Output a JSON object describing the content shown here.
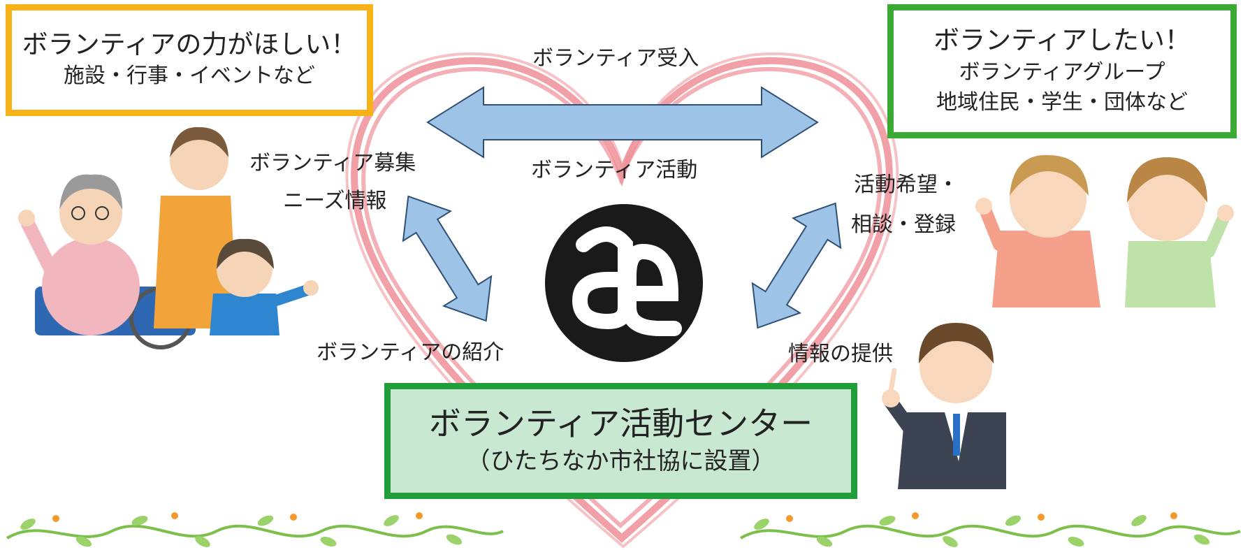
{
  "colors": {
    "orange_border": "#f6b217",
    "green_border": "#3aaa35",
    "center_border": "#1f9e3a",
    "center_fill": "#c9e8d1",
    "heart": "#ef8f98",
    "arrow_fill": "#9dc3e6",
    "arrow_stroke": "#2f4f73",
    "logo": "#1a1a1a"
  },
  "top_left_box": {
    "title": "ボランティアの力がほしい！",
    "subtitle": "施設・行事・イベントなど"
  },
  "top_right_box": {
    "title": "ボランティアしたい！",
    "line2": "ボランティアグループ",
    "line3": "地域住民・学生・団体など"
  },
  "center_box": {
    "title": "ボランティア活動センター",
    "subtitle": "（ひたちなか市社協に設置）"
  },
  "labels": {
    "top_arrow": "ボランティア受入",
    "center_activity": "ボランティア活動",
    "recruit_line1": "ボランティア募集",
    "recruit_line2": "ニーズ情報",
    "intro": "ボランティアの紹介",
    "hope_line1": "活動希望・",
    "hope_line2": "相談・登録",
    "info": "情報の提供"
  },
  "icons": {
    "heart": "heart-icon",
    "logo": "social-welfare-logo-icon",
    "elderly_group": "elderly-and-caregiver-illustration",
    "women": "volunteer-women-illustration",
    "staff": "staff-man-illustration",
    "vines": "flower-vine-decoration"
  }
}
